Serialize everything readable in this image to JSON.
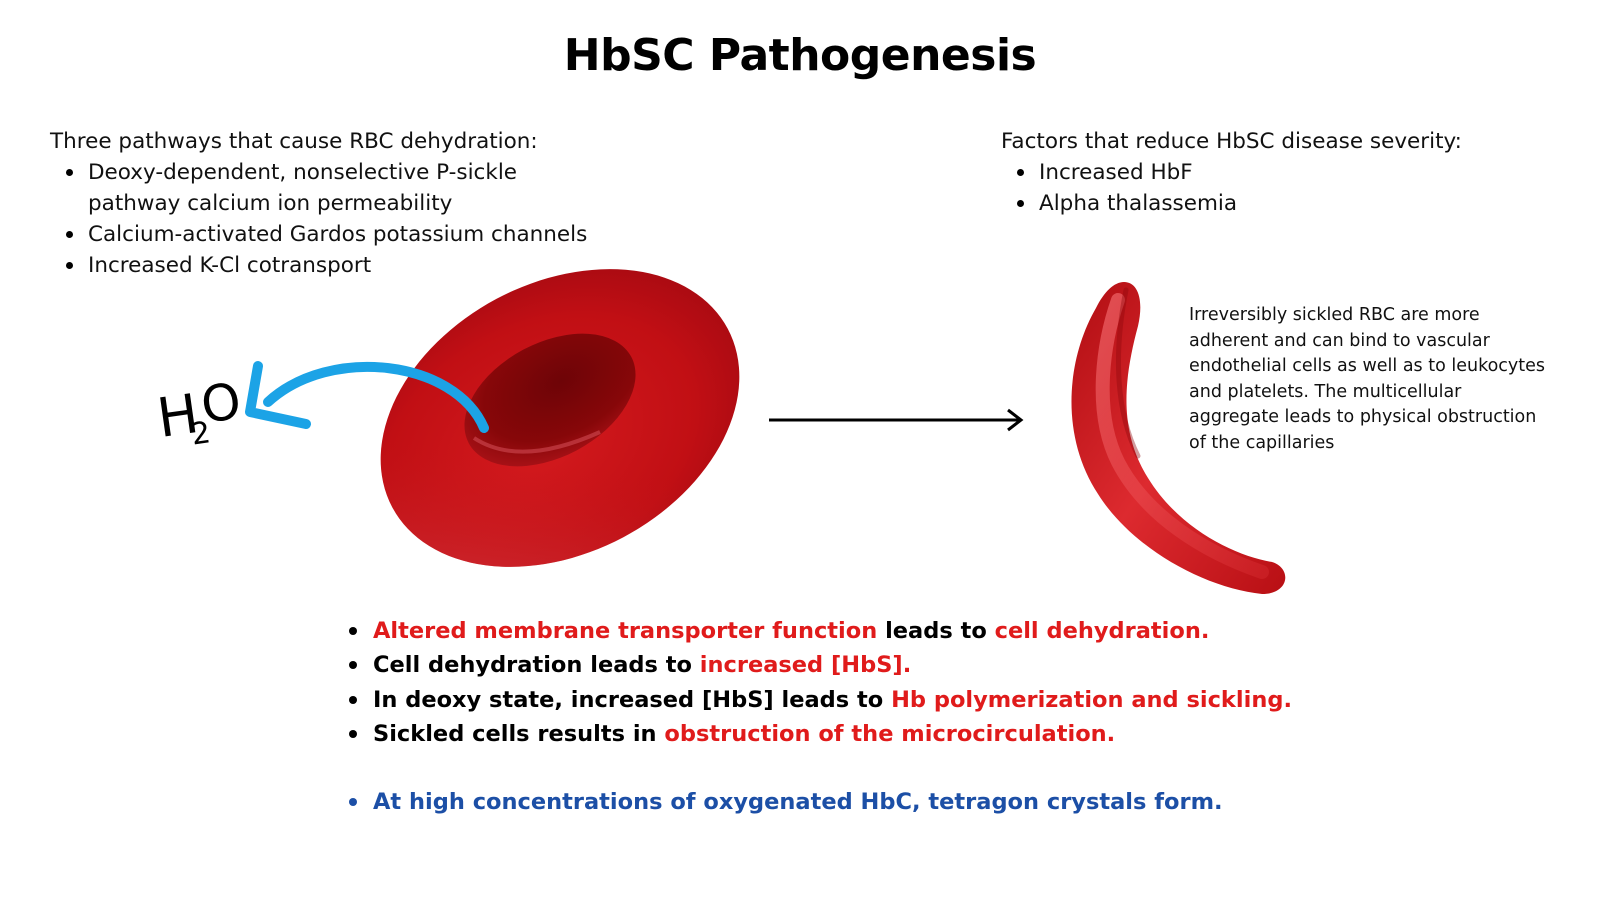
{
  "title": "HbSC Pathogenesis",
  "left_panel": {
    "heading": "Three pathways that cause RBC dehydration:",
    "items": [
      "Deoxy-dependent, nonselective P-sickle pathway calcium ion permeability",
      "Calcium-activated Gardos potassium channels",
      "Increased K-Cl cotransport"
    ]
  },
  "right_panel": {
    "heading": "Factors that reduce HbSC disease severity:",
    "items": [
      "Increased HbF",
      "Alpha thalassemia"
    ]
  },
  "sickle_description": "Irreversibly sickled RBC are more adherent and can bind to vascular endothelial cells as well as to leukocytes and platelets. The multicellular aggregate leads to physical obstruction of the capillaries",
  "h2o_label": {
    "main": "H",
    "sub": "2",
    "tail": "O"
  },
  "bottom_points": [
    {
      "highlight": "Altered membrane transporter function",
      "middle": " leads to ",
      "highlight2": "cell dehydration."
    },
    {
      "plain": "Cell dehydration leads to ",
      "highlight": "increased [HbS]."
    },
    {
      "plain": "In deoxy state, increased [HbS] leads to ",
      "highlight": "Hb polymerization and sickling."
    },
    {
      "plain": "Sickled cells results in ",
      "highlight": "obstruction of the microcirculation."
    }
  ],
  "bottom_note": "At high concentrations of oxygenated HbC, tetragon crystals form.",
  "colors": {
    "highlight_red": "#e01b1b",
    "note_blue": "#1c4fa6",
    "arrow_blue": "#1ca3e6",
    "cell_red": "#c40d12"
  }
}
